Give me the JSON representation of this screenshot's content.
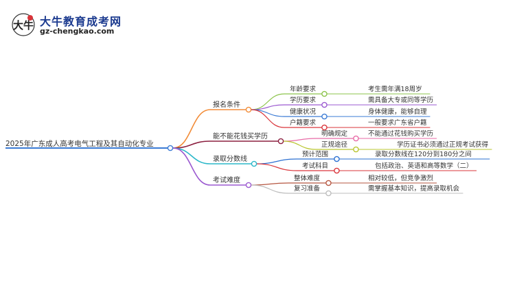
{
  "header": {
    "site_name": "大牛教育成考网",
    "site_url": "gz-chengkao.com"
  },
  "mindmap": {
    "root": "2025年广东成人高考电气工程及其自动化专业",
    "branches": [
      {
        "label": "报名条件",
        "color": "#f28c38",
        "children": [
          {
            "label": "年龄要求",
            "value": "考生需年满18周岁",
            "color": "#8bc34a"
          },
          {
            "label": "学历要求",
            "value": "需具备大专或同等学历",
            "color": "#9b59d0"
          },
          {
            "label": "健康状况",
            "value": "身体健康，能够自理",
            "color": "#3a7bd5"
          },
          {
            "label": "户籍要求",
            "value": "一般要求广东省户籍",
            "color": "#d9343a"
          }
        ]
      },
      {
        "label": "能不能花钱买学历",
        "color": "#8b1e3f",
        "children": [
          {
            "label": "明确规定",
            "value": "不能通过花钱购买学历",
            "color": "#e86aa6"
          },
          {
            "label": "正规途径",
            "value": "学历证书必须通过正规考试获得",
            "color": "#b9c52f"
          }
        ]
      },
      {
        "label": "录取分数线",
        "color": "#2ab7c9",
        "children": [
          {
            "label": "预计范围",
            "value": "录取分数线在120分到180分之间",
            "color": "#2a6fd1"
          },
          {
            "label": "考试科目",
            "value": "包括政治、英语和高等数学（二）",
            "color": "#d9343a"
          }
        ]
      },
      {
        "label": "考试难度",
        "color": "#9b59d0",
        "children": [
          {
            "label": "整体难度",
            "value": "相对较低，但竞争激烈",
            "color": "#b5553f"
          },
          {
            "label": "复习准备",
            "value": "需掌握基本知识，提高录取机会",
            "color": "#bdbdbd"
          }
        ]
      }
    ]
  }
}
